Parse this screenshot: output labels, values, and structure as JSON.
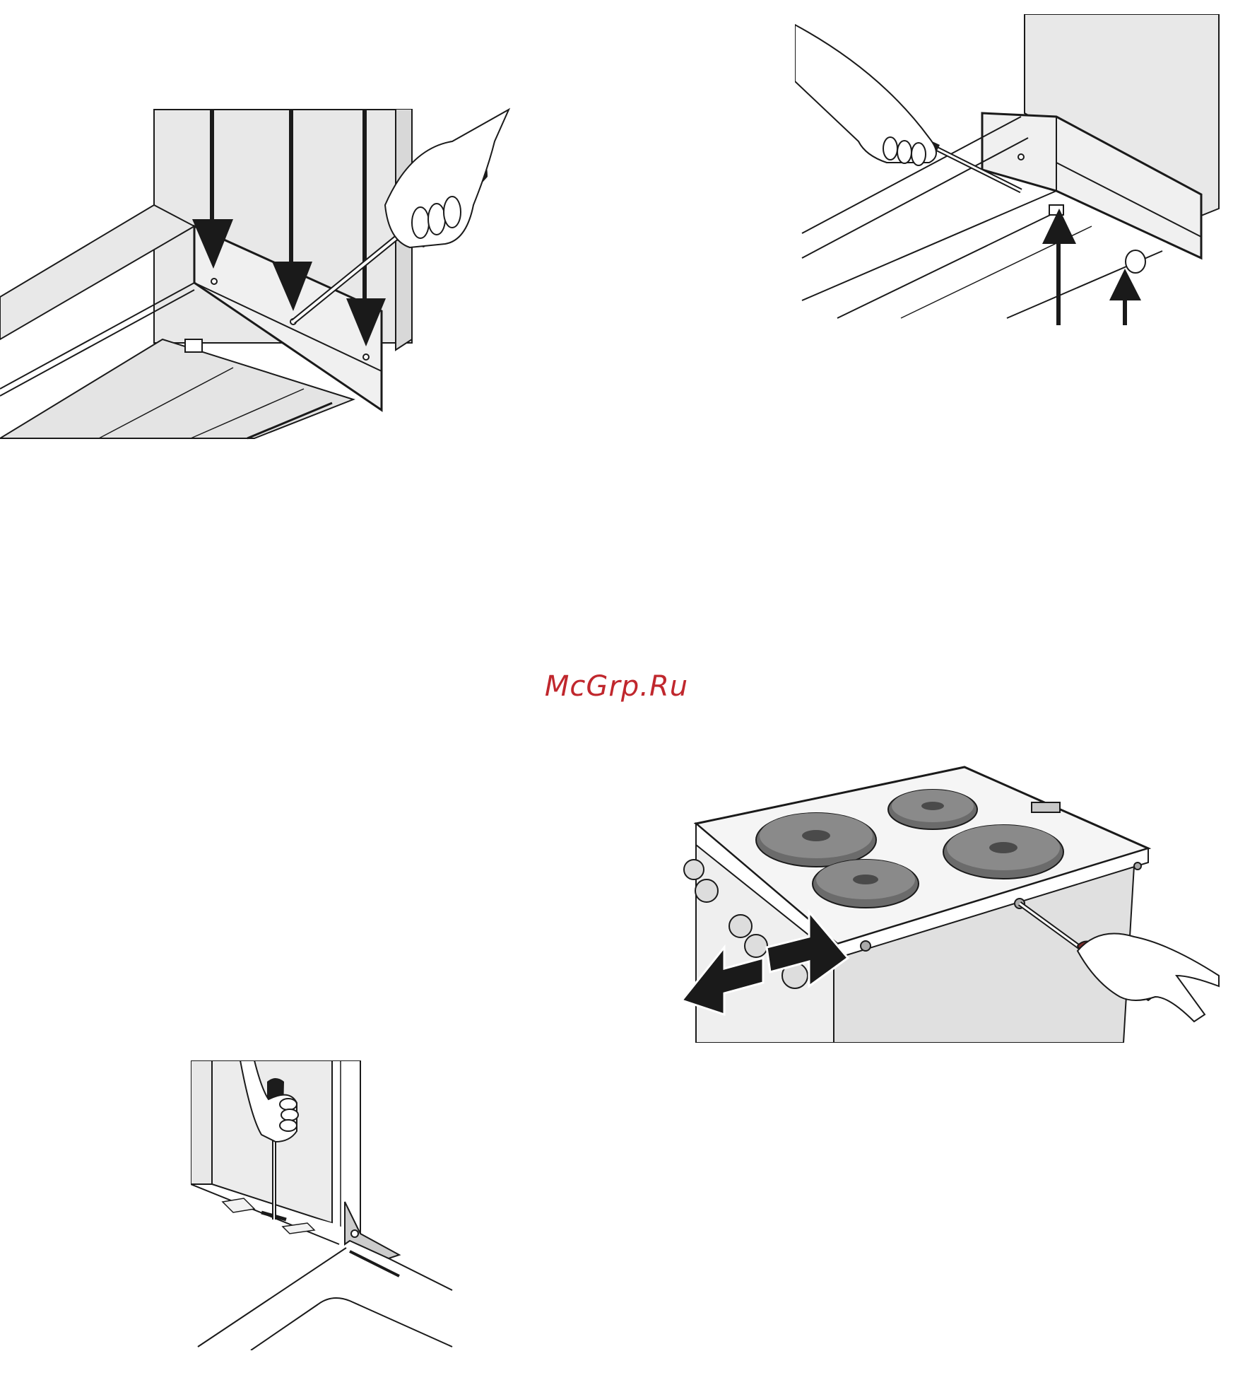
{
  "watermark": {
    "text": "McGrp.Ru",
    "color": "#c0272d"
  },
  "colors": {
    "panel_fill": "#e8e8e8",
    "stroke": "#1a1a1a",
    "handle": "#1c1c1c",
    "handle_red": "#7a2a2a",
    "hotplate": "#6b6b6b",
    "hotplate_center": "#4a4a4a"
  },
  "illustrations": [
    {
      "id": "fig-1",
      "subject": "screwdriver-fixing-plinth-screws",
      "arrows": 3
    },
    {
      "id": "fig-2",
      "subject": "screwdriver-adjusting-under-cabinet",
      "arrows": 2
    },
    {
      "id": "fig-3",
      "subject": "cooker-sliding-into-position",
      "hotplates": 4
    },
    {
      "id": "fig-4",
      "subject": "screwdriver-fixing-bracket-to-floor"
    }
  ]
}
